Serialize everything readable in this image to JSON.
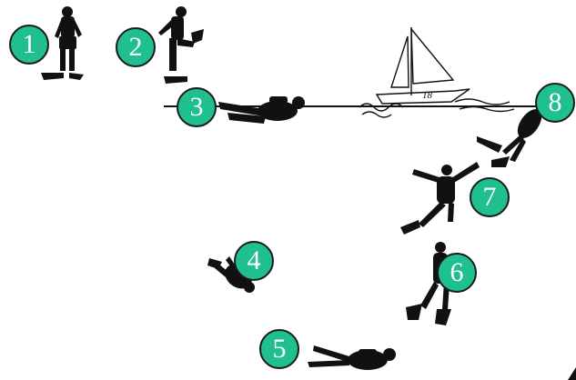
{
  "colors": {
    "badge_fill": "#1fbf8f",
    "silhouette": "#111111",
    "background": "#ffffff"
  },
  "steps": [
    {
      "number": "1",
      "pose": "standing-on-shore"
    },
    {
      "number": "2",
      "pose": "putting-on-fins"
    },
    {
      "number": "3",
      "pose": "surface-swim"
    },
    {
      "number": "4",
      "pose": "descending-diver"
    },
    {
      "number": "5",
      "pose": "bottom-swim"
    },
    {
      "number": "6",
      "pose": "ascending-upright"
    },
    {
      "number": "7",
      "pose": "ascending-arms-out"
    },
    {
      "number": "8",
      "pose": "surfacing-at-boat"
    }
  ],
  "boat_label": "18"
}
